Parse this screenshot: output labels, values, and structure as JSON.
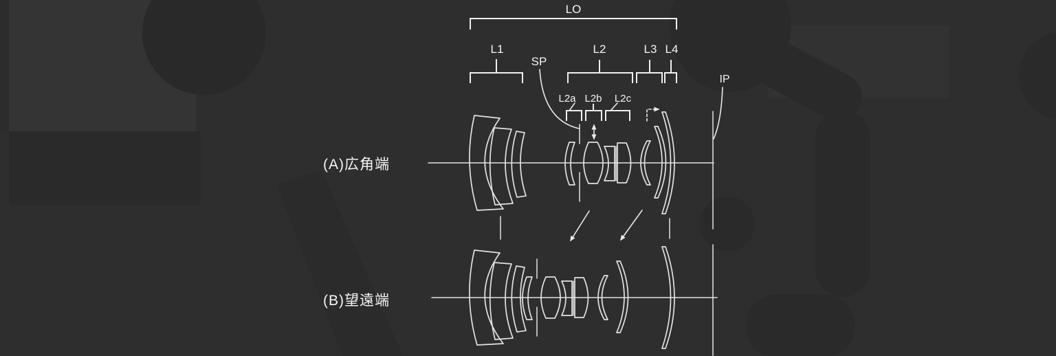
{
  "figure": {
    "lo_label": "LO",
    "l1_label": "L1",
    "l2_label": "L2",
    "l3_label": "L3",
    "l4_label": "L4",
    "l2a_label": "L2a",
    "l2b_label": "L2b",
    "l2c_label": "L2c",
    "sp_label": "SP",
    "ip_label": "IP",
    "row_a_label": "(A)広角端",
    "row_b_label": "(B)望遠端"
  },
  "colors": {
    "background": "#2e2e2e",
    "line": "#e2e2e2",
    "text": "#f4f4f4",
    "watermark_dark": "#2a2a2a",
    "watermark_light": "#343434"
  }
}
